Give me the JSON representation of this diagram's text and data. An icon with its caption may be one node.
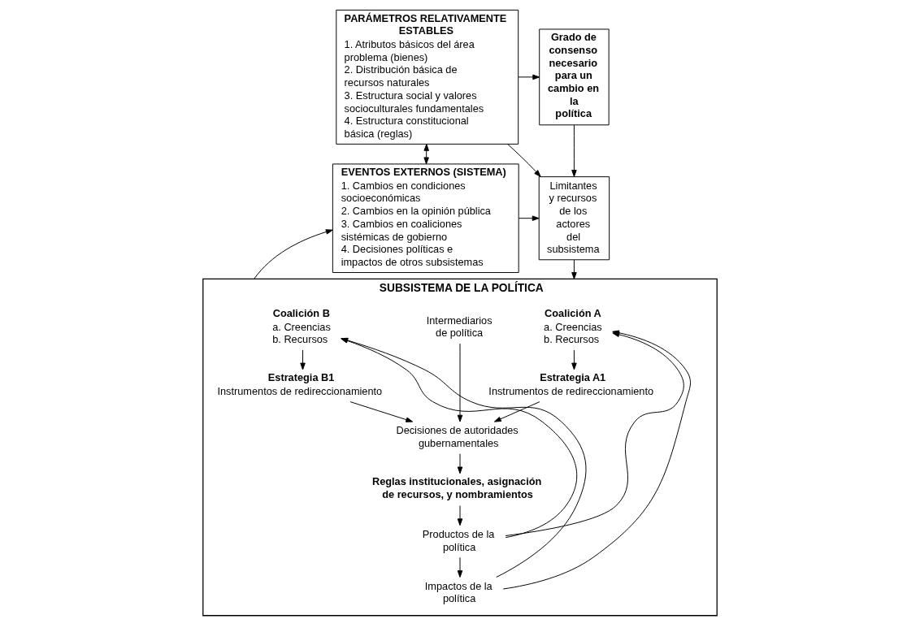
{
  "diagram": {
    "nodes": [
      {
        "text": [
          "PARÁMETROS RELATIVAMENTE ESTABLES",
          "1. Atributos básicos del área problema (bienes)",
          "2. Distribución básica de recursos naturales",
          "3. Estructura social y valores socioculturales fundamentales",
          "4. Estructura constitucional básica (reglas)"
        ]
      },
      {
        "text": [
          "Grado de consenso necesario para un cambio en la política"
        ]
      },
      {
        "text": [
          "EVENTOS EXTERNOS (SISTEMA)",
          "1. Cambios en condiciones socioeconómicas",
          "2. Cambios en la opinión pública",
          "3. Cambios en coaliciones sistémicas de gobierno",
          "4. Decisiones políticas e impactos de otros subsistemas"
        ]
      },
      {
        "text": [
          "Limitantes y recursos de los actores del subsistema"
        ]
      },
      {
        "text": [
          "SUBSISTEMA DE LA POLÍTICA"
        ]
      },
      {
        "text": [
          "Coalición A",
          "a. Creencias",
          "b. Recursos"
        ],
        "in": 4
      },
      {
        "text": [
          "Intermediarios de política"
        ],
        "in": 4
      },
      {
        "text": [
          "Coalición B",
          "a. Creencias",
          "b. Recursos"
        ],
        "in": 4
      },
      {
        "text": [
          "Estrategia A1",
          "Instrumentos de redireccionamiento"
        ],
        "in": 4
      },
      {
        "text": [
          "Estrategia B1",
          "Instrumentos de redireccionamiento"
        ],
        "in": 4
      },
      {
        "text": [
          "Decisiones de autoridades gubernamentales"
        ],
        "in": 4
      },
      {
        "text": [
          "Reglas institucionales, asignación de recursos, y nombramientos"
        ],
        "in": 4
      },
      {
        "text": [
          "Productos de la política"
        ],
        "in": 4
      },
      {
        "text": [
          "Impactos de la política"
        ],
        "in": 4
      }
    ],
    "edges": [
      {
        "from": 0,
        "to": 1,
        "arrow": "to"
      },
      {
        "from": 0,
        "to": 3,
        "arrow": "to"
      },
      {
        "from": 0,
        "to": 2,
        "arrow": "both"
      },
      {
        "from": 1,
        "to": 3,
        "arrow": "to"
      },
      {
        "from": 2,
        "to": 3,
        "arrow": "to"
      },
      {
        "from": 3,
        "to": 4,
        "arrow": "to"
      },
      {
        "from": 5,
        "to": 8,
        "arrow": "to"
      },
      {
        "from": 7,
        "to": 9,
        "arrow": "to"
      },
      {
        "from": 8,
        "to": 10,
        "arrow": "to"
      },
      {
        "from": 6,
        "to": 10,
        "arrow": "to"
      },
      {
        "from": 9,
        "to": 10,
        "arrow": "to"
      },
      {
        "from": 10,
        "to": 11,
        "arrow": "to"
      },
      {
        "from": 11,
        "to": 12,
        "arrow": "to"
      },
      {
        "from": 12,
        "to": 13,
        "arrow": "to"
      },
      {
        "from": 12,
        "to": 5,
        "arrow": "to"
      },
      {
        "from": 13,
        "to": 5,
        "arrow": "to"
      },
      {
        "from": 12,
        "to": 7,
        "arrow": "to"
      },
      {
        "from": 13,
        "to": 7,
        "arrow": "to"
      },
      {
        "from": 4,
        "to": 2,
        "arrow": "to"
      }
    ]
  }
}
